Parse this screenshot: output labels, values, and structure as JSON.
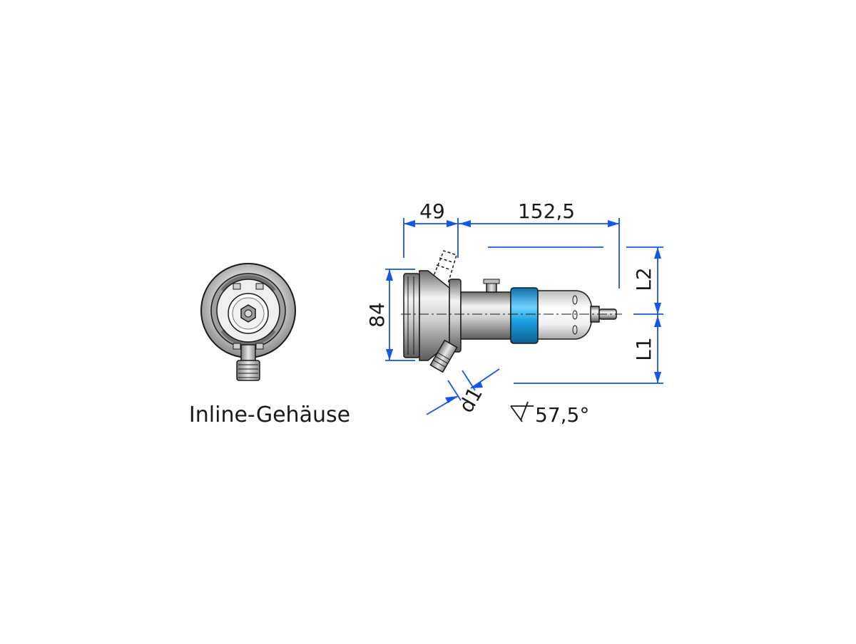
{
  "caption": "Inline-Gehäuse",
  "dimensions": {
    "d49": "49",
    "d152": "152,5",
    "d84": "84",
    "L1": "L1",
    "L2": "L2",
    "d1": "d1",
    "angle": "57,5°"
  },
  "colors": {
    "dimension": "#1656e6",
    "band": "#1aa0e0",
    "outline": "#1a1a1a"
  }
}
